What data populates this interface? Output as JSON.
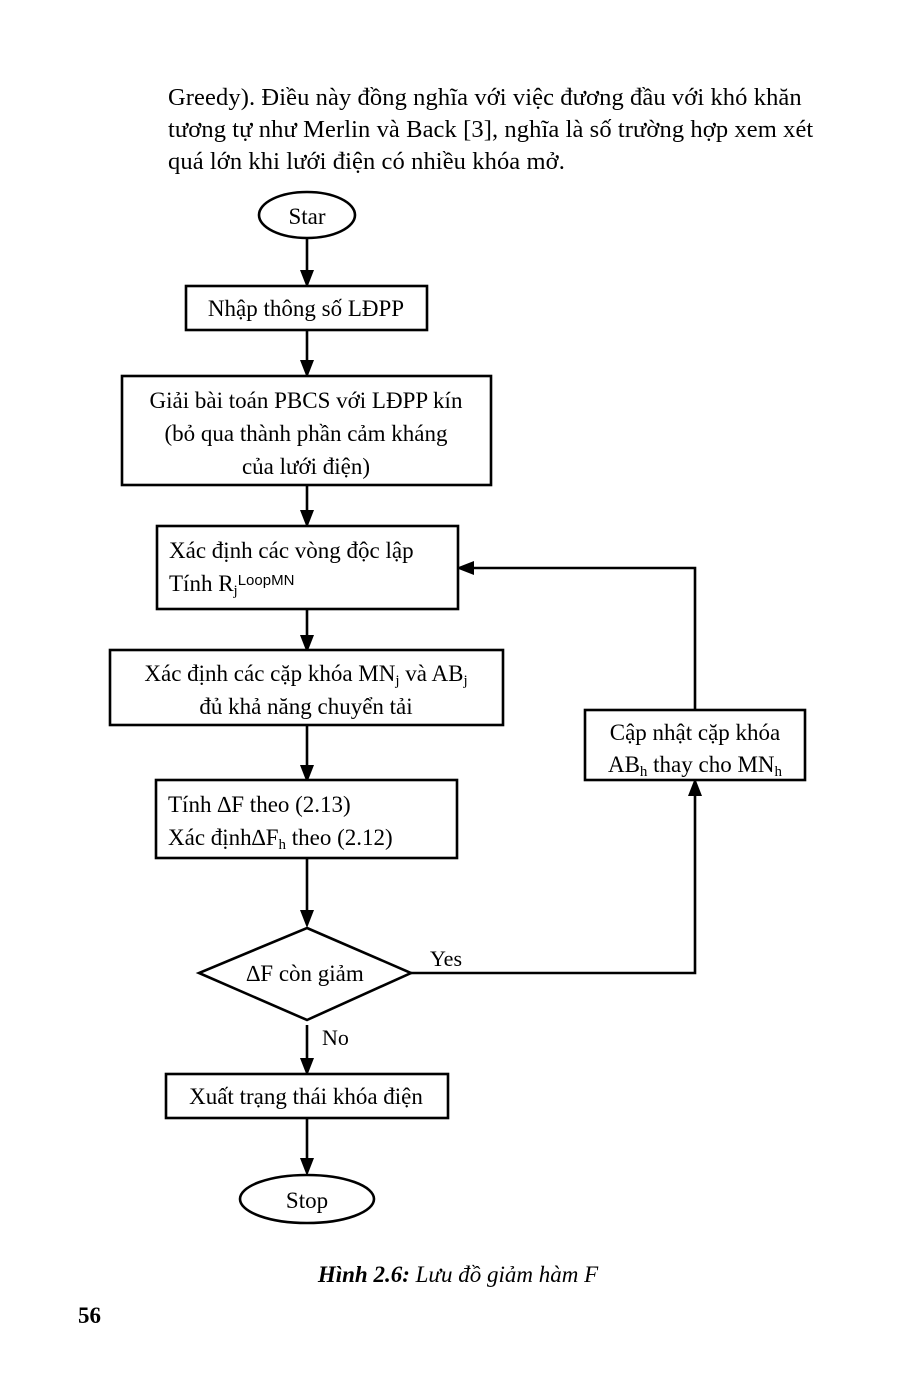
{
  "page": {
    "number": "56",
    "paragraph": {
      "lines": [
        "Greedy). Điều này đồng nghĩa với việc đương đầu với khó khăn",
        "tương tự như Merlin và Back [3], nghĩa là số trường hợp xem xét",
        "quá lớn khi lưới điện có nhiều khóa mở."
      ]
    },
    "caption": {
      "label": "Hình 2.6:",
      "text": "Lưu đồ giảm hàm F"
    }
  },
  "flowchart": {
    "title": "Lưu đồ giảm hàm F",
    "colors": {
      "stroke": "#000000",
      "fill": "#ffffff",
      "text": "#000000"
    },
    "nodes": {
      "start": {
        "type": "terminator",
        "label": "Star"
      },
      "input_params": {
        "type": "process",
        "label": "Nhập thông số LĐPP"
      },
      "solve_pbcs": {
        "type": "process",
        "lines": [
          "Giải bài toán PBCS với LĐPP kín",
          "(bỏ qua thành phần cảm kháng",
          "của lưới điện)"
        ]
      },
      "find_loops": {
        "type": "process",
        "line1": "Xác định các vòng độc lập",
        "line2_prefix": "Tính R",
        "line2_sub": "j",
        "line2_sup": "LoopMN"
      },
      "find_switch_pairs": {
        "type": "process",
        "line1_a": "Xác định các cặp khóa MN",
        "line1_sub1": "j",
        "line1_b": " và AB",
        "line1_sub2": "j",
        "line2": "đủ khả năng chuyển tải"
      },
      "compute_df": {
        "type": "process",
        "line1": "Tính ∆F theo (2.13)",
        "line2_a": "Xác định",
        "line2_b": "∆F",
        "line2_sub": "h",
        "line2_c": " theo (2.12)"
      },
      "decision": {
        "type": "decision",
        "label": "∆F còn giảm"
      },
      "update_pair": {
        "type": "process",
        "line1": "Cập nhật cặp khóa",
        "line2_a": "AB",
        "line2_sub1": "h",
        "line2_b": " thay cho MN",
        "line2_sub2": "h"
      },
      "output_state": {
        "type": "process",
        "label": "Xuất trạng thái khóa điện"
      },
      "stop": {
        "type": "terminator",
        "label": "Stop"
      }
    },
    "edge_labels": {
      "yes": "Yes",
      "no": "No"
    }
  }
}
